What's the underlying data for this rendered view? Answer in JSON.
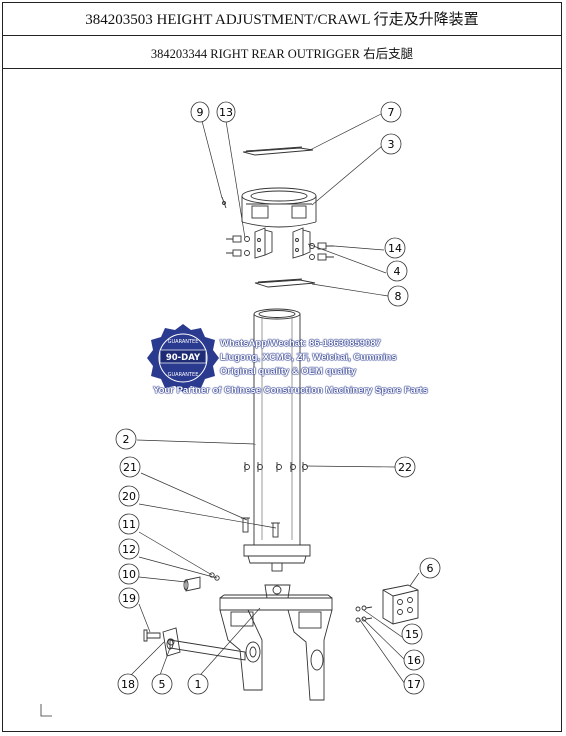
{
  "header": {
    "title": "384203503 HEIGHT ADJUSTMENT/CRAWL 行走及升降装置",
    "subtitle": "384203344 RIGHT REAR OUTRIGGER 右后支腿"
  },
  "callouts": [
    "9",
    "13",
    "7",
    "3",
    "14",
    "4",
    "8",
    "2",
    "21",
    "22",
    "20",
    "11",
    "12",
    "10",
    "6",
    "19",
    "15",
    "16",
    "18",
    "5",
    "1",
    "17"
  ],
  "watermark": {
    "badge_top": "GUARANTEE",
    "badge_main": "90-DAY",
    "badge_bottom": "GUARANTEE",
    "line1": "WhatsApp/Wechat: 86-18630859087",
    "line2": "Liugong, XCMG, ZF, Weichai, Cummins",
    "line3": "Original quality & OEM quality",
    "line4": "Your Partner of Chinese Construction Machinery Spare Parts"
  },
  "colors": {
    "line": "#333333",
    "badge": "#2a3a8f",
    "frame": "#222222"
  }
}
